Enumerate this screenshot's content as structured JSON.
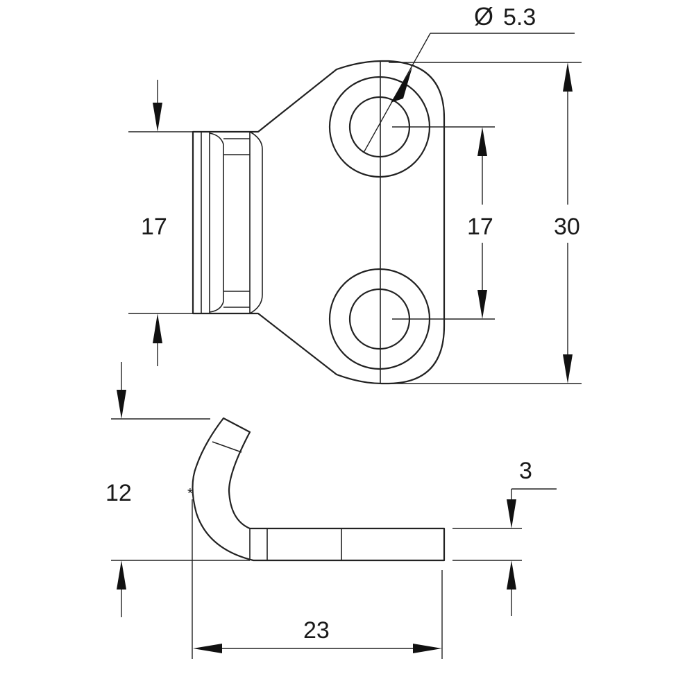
{
  "dimensions": {
    "hole_diameter": {
      "symbol": "Ø",
      "value": "5.3"
    },
    "tab_width": "17",
    "hole_spacing": "17",
    "overall_height": "30",
    "hook_height": "12",
    "thickness": "3",
    "length": "23"
  },
  "colors": {
    "line": "#222222",
    "background": "#ffffff"
  }
}
